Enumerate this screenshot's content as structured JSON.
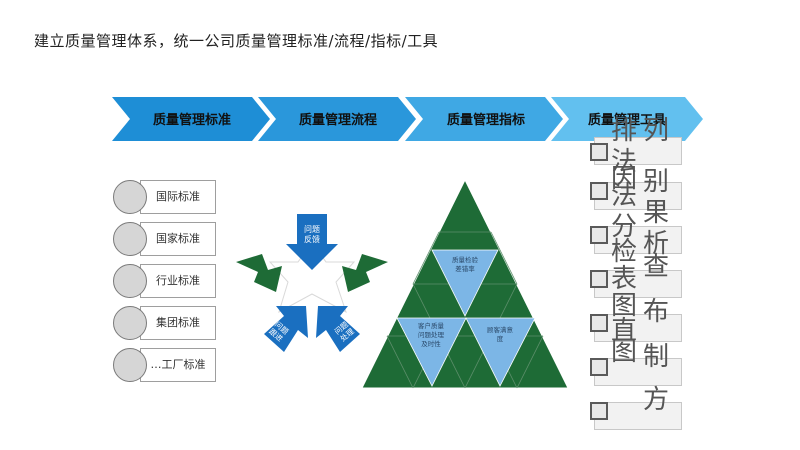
{
  "title": "建立质量管理体系，统一公司质量管理标准/流程/指标/工具",
  "chevrons": [
    "质量管理标准",
    "质量管理流程",
    "质量管理指标",
    "质量管理工具"
  ],
  "standards": [
    "国际标准",
    "国家标准",
    "行业标准",
    "集团标准",
    "…工厂标准"
  ],
  "process": {
    "top": "问题\n反馈",
    "bottom_left": "问题\n跟进",
    "bottom_right": "问题\n处理"
  },
  "pyramid": {
    "inverted_top": "质量检验\n差错率",
    "inverted_left": "客户质量\n问题处理\n及时性",
    "inverted_right": "顾客满意\n度"
  },
  "tools_col1": [
    "排",
    "法",
    "因",
    "法",
    "分",
    "检",
    "表",
    "图",
    "直",
    "图"
  ],
  "tools_col2": [
    "列",
    "",
    "别",
    "果",
    "析",
    "查",
    "布",
    "制",
    "方",
    ""
  ],
  "colors": {
    "chevron_dark": "#1e8ed6",
    "chevron_mid": "#3fa3e3",
    "chevron_light": "#62c0ef",
    "green": "#1e6b36",
    "light_blue_triangle": "#7cb6e6",
    "process_blue": "#1a6fc0"
  }
}
